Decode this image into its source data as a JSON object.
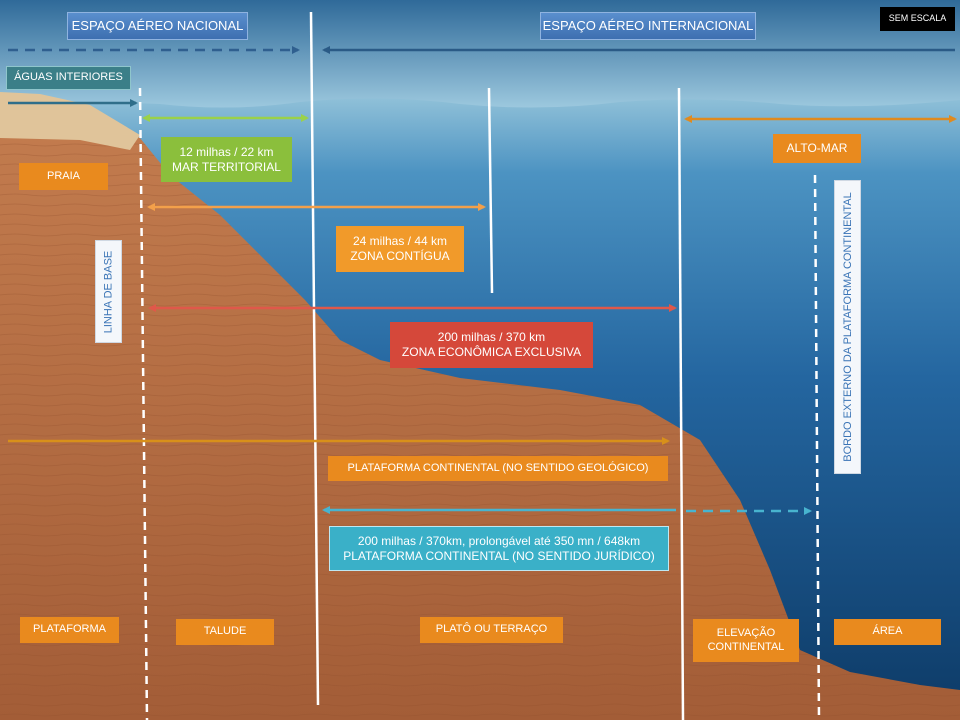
{
  "labels": {
    "sem_escala": "SEM ESCALA",
    "espaco_nacional": "ESPAÇO AÉREO NACIONAL",
    "espaco_internacional": "ESPAÇO AÉREO INTERNACIONAL",
    "aguas_interiores": "ÁGUAS INTERIORES",
    "praia": "PRAIA",
    "mar_territorial_dist": "12 milhas / 22  km",
    "mar_territorial_name": "MAR TERRITORIAL",
    "alto_mar": "ALTO-MAR",
    "zona_contigua_dist": "24 milhas / 44  km",
    "zona_contigua_name": "ZONA CONTÍGUA",
    "zee_dist": "200  milhas / 370  km",
    "zee_name": "ZONA ECONÔMICA EXCLUSIVA",
    "linha_de_base": "LINHA DE BASE",
    "bordo_externo": "BORDO EXTERNO  DA PLATAFORMA  CONTINENTAL",
    "plataforma_geologico": "PLATAFORMA  CONTINENTAL  (NO SENTIDO GEOLÓGICO)",
    "plataforma_juridico_dist": "200 milhas / 370km, prolongável até 350 mn / 648km",
    "plataforma_juridico_name": "PLATAFORMA CONTINENTAL (NO SENTIDO JURÍDICO)",
    "plataforma": "PLATAFORMA",
    "talude": "TALUDE",
    "plato": "PLATÔ OU TERRAÇO",
    "elevacao_1": "ELEVAÇÃO",
    "elevacao_2": "CONTINENTAL",
    "area": "ÁREA"
  },
  "colors": {
    "sky_top": "#3e7aa8",
    "sea_surface": "#8fc0d8",
    "sea_mid": "#2f73a8",
    "sea_deep": "#0f3e6c",
    "seabed": "#b86d42",
    "sand": "#e0c49a",
    "nacional_arrow": "#2f5f8f",
    "internacional_arrow": "#2a5a86",
    "aguas_arrow": "#2f6e8a",
    "territorial_arrow": "#9ad14a",
    "alto_mar_arrow": "#e08a1e",
    "contigua_arrow": "#f3a04a",
    "zee_arrow": "#e0584a",
    "geologico_arrow": "#d8901a",
    "juridico_arrow": "#48b4cf"
  },
  "icons": [
    "arrowhead-icon"
  ]
}
